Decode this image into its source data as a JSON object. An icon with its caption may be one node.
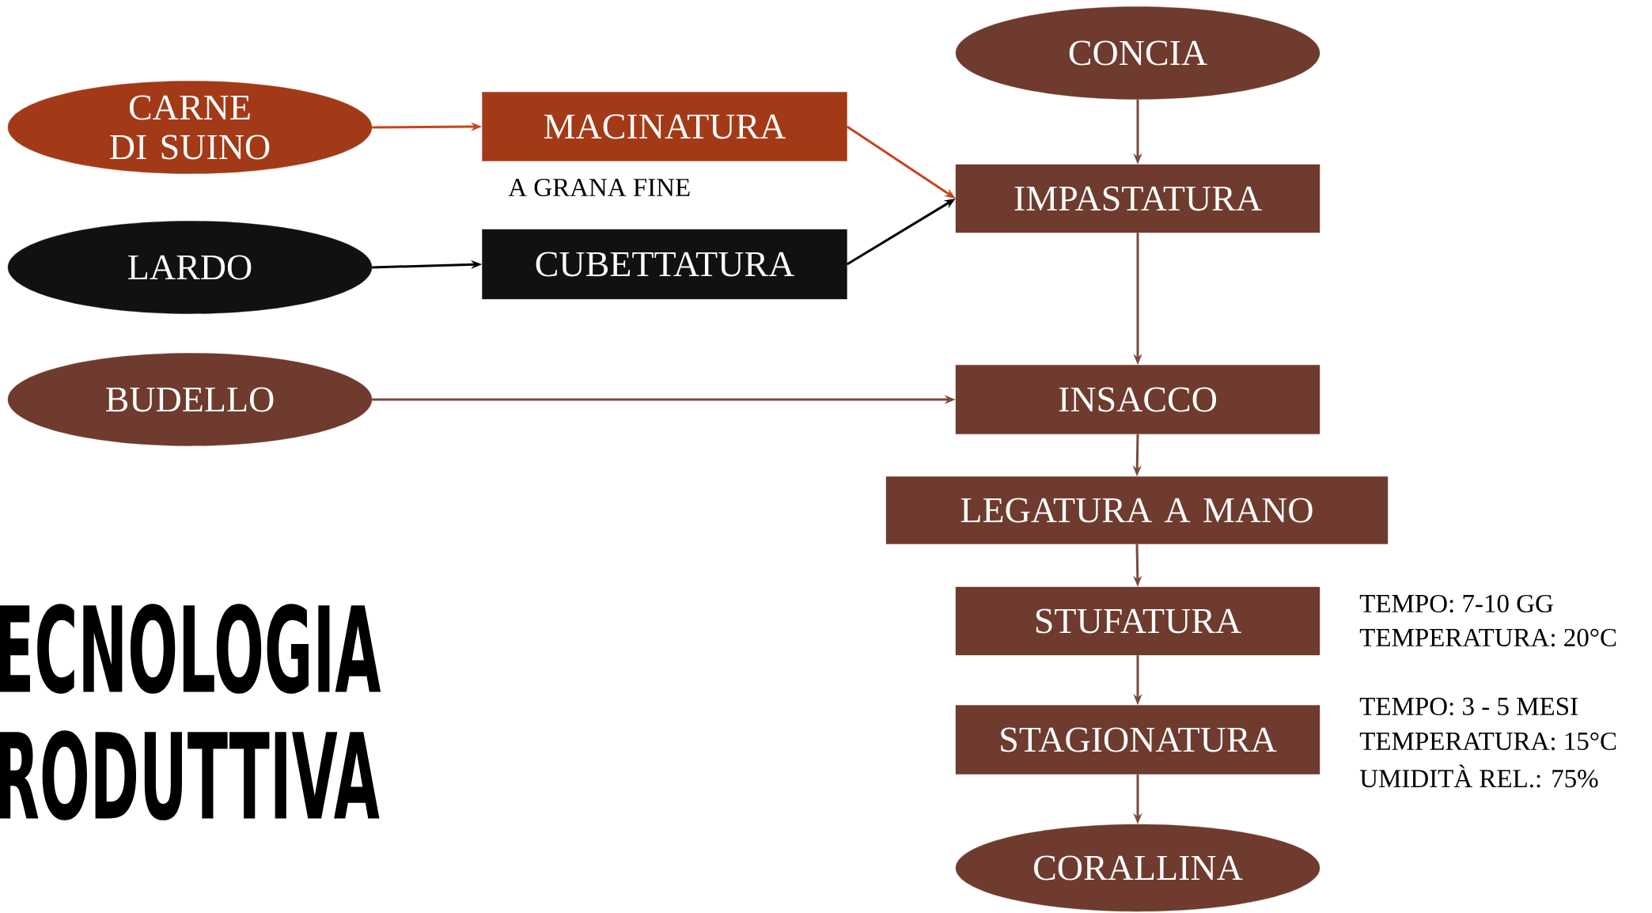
{
  "diagram": {
    "title": "ECNOLOGIA RODUTTIVA",
    "nodes": [
      {
        "text": [
          "CARNE DI SUINO"
        ]
      },
      {
        "text": [
          "MACINATURA"
        ],
        "beside": [
          "A GRANA FINE"
        ]
      },
      {
        "text": [
          "LARDO"
        ]
      },
      {
        "text": [
          "CUBETTATURA"
        ]
      },
      {
        "text": [
          "BUDELLO"
        ]
      },
      {
        "text": [
          "CONCIA"
        ]
      },
      {
        "text": [
          "IMPASTATURA"
        ]
      },
      {
        "text": [
          "INSACCO"
        ]
      },
      {
        "text": [
          "LEGATURA A MANO"
        ]
      },
      {
        "text": [
          "STUFATURA"
        ],
        "beside": [
          "TEMPO: 7-10 GG",
          "TEMPERATURA: 20°C"
        ]
      },
      {
        "text": [
          "STAGIONATURA"
        ],
        "beside": [
          "TEMPO: 3 - 5 MESI",
          "TEMPERATURA: 15°C",
          "UMIDITÀ REL.: 75%"
        ]
      },
      {
        "text": [
          "CORALLINA"
        ]
      }
    ],
    "edges": [
      {
        "from": 0,
        "to": 1,
        "arrow": "to",
        "color": "#c8441c"
      },
      {
        "from": 2,
        "to": 3,
        "arrow": "to",
        "color": "#000000"
      },
      {
        "from": 1,
        "to": 6,
        "arrow": "to",
        "color": "#c8441c"
      },
      {
        "from": 3,
        "to": 6,
        "arrow": "to",
        "color": "#000000"
      },
      {
        "from": 4,
        "to": 7,
        "arrow": "to"
      },
      {
        "from": 5,
        "to": 6,
        "arrow": "to"
      },
      {
        "from": 6,
        "to": 7,
        "arrow": "to"
      },
      {
        "from": 7,
        "to": 8,
        "arrow": "to"
      },
      {
        "from": 8,
        "to": 9,
        "arrow": "to"
      },
      {
        "from": 9,
        "to": 10,
        "arrow": "to"
      },
      {
        "from": 10,
        "to": 11,
        "arrow": "to"
      }
    ]
  }
}
